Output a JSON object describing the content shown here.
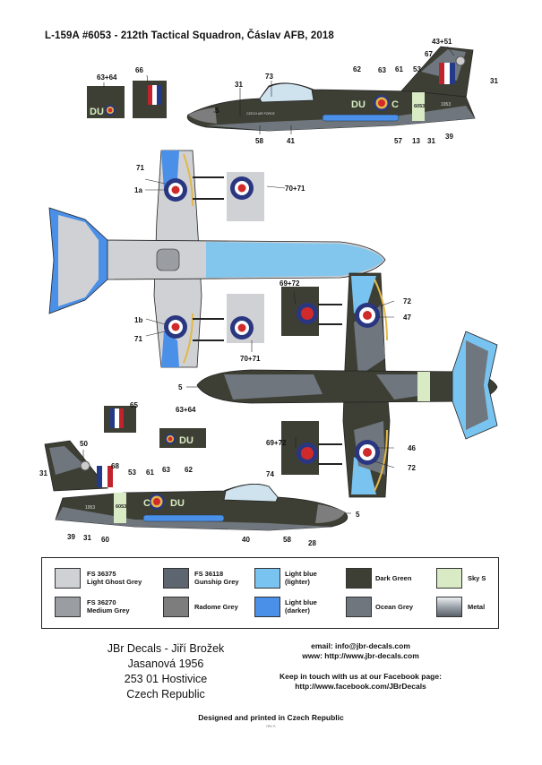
{
  "title": "L-159A #6053 - 212th Tactical Squadron, Čáslav AFB, 2018",
  "aircraft_text": {
    "side_code": "DU",
    "side_code_letter": "C",
    "serial": "6053",
    "tail_number": "1953",
    "fuselage_text": "CZECH AIR FORCE"
  },
  "callouts": {
    "n43_51": "43+51",
    "n63_64": "63+64",
    "n66": "66",
    "n62": "62",
    "n63": "63",
    "n61": "61",
    "n53": "53",
    "n67": "67",
    "n31": "31",
    "n73": "73",
    "n5": "5",
    "n58": "58",
    "n41": "41",
    "n57": "57",
    "n13": "13",
    "n39": "39",
    "n71": "71",
    "n1a": "1a",
    "n70_71": "70+71",
    "n1b": "1b",
    "n69_72": "69+72",
    "n72": "72",
    "n47": "47",
    "n65": "65",
    "n50": "50",
    "n68": "68",
    "n74": "74",
    "n46": "46",
    "n60": "60",
    "n40": "40",
    "n28": "28"
  },
  "legend": [
    {
      "code": "FS 36375",
      "name": "Light Ghost Grey",
      "color": "#cfd1d4"
    },
    {
      "code": "FS 36270",
      "name": "Medium Grey",
      "color": "#9a9ea3"
    },
    {
      "code": "FS 36118",
      "name": "Gunship Grey",
      "color": "#5d6670"
    },
    {
      "code": "",
      "name": "Radome Grey",
      "color": "#7d7d7d"
    },
    {
      "code": "",
      "name": "Light blue (lighter)",
      "color": "#79c3f0"
    },
    {
      "code": "",
      "name": "Light blue (darker)",
      "color": "#4a8fe8"
    },
    {
      "code": "",
      "name": "Dark Green",
      "color": "#3d3f34"
    },
    {
      "code": "",
      "name": "Ocean Grey",
      "color": "#6f767d"
    },
    {
      "code": "",
      "name": "Sky S",
      "color": "#d8ebc4"
    },
    {
      "code": "",
      "name": "Metal",
      "color": "#9ba2aa"
    }
  ],
  "contact": {
    "company": "JBr Decals - Jiří Brožek",
    "street": "Jasanová 1956",
    "city": "253 01 Hostivice",
    "country": "Czech Republic",
    "email_label": "email:",
    "email": "info@jbr-decals.com",
    "www_label": "www:",
    "www": "http://www.jbr-decals.com",
    "facebook_intro_1": "Keep in touch with us at our Facebook page:",
    "facebook_url": "http://www.facebook.com/JBrDecals"
  },
  "footer": "Designed and printed in Czech Republic",
  "revision": "rev A"
}
